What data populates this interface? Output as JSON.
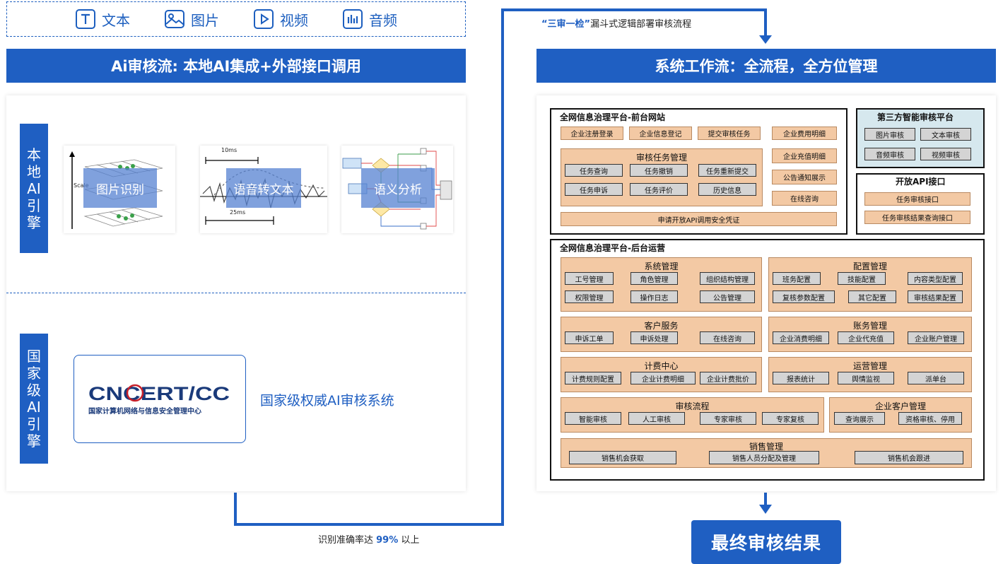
{
  "media_bar": {
    "items": [
      {
        "label": "文本",
        "icon": "text-icon"
      },
      {
        "label": "图片",
        "icon": "image-icon"
      },
      {
        "label": "视频",
        "icon": "video-icon"
      },
      {
        "label": "音频",
        "icon": "audio-icon"
      }
    ]
  },
  "left_title": "Ai审核流: 本地AI集成+外部接口调用",
  "right_title": "系统工作流：全流程，全方位管理",
  "flow_note_top": {
    "quote": "“三审一检”",
    "rest": "漏斗式逻辑部署审核流程"
  },
  "flow_note_bottom": {
    "prefix": "识别准确率达 ",
    "value": "99%",
    "suffix": " 以上"
  },
  "local_engine": {
    "label_chars": [
      "本",
      "地",
      "AI",
      "引",
      "擎"
    ],
    "thumbs": [
      {
        "label": "图片识别",
        "scale_text": "Scale"
      },
      {
        "label": "语音转文本",
        "top_text": "10ms",
        "bottom_text": "25ms"
      },
      {
        "label": "语义分析"
      }
    ]
  },
  "national_engine": {
    "label_chars": [
      "国",
      "家",
      "级",
      "AI",
      "引",
      "擎"
    ],
    "logo_text": "CNCERT/CC",
    "logo_sub": "国家计算机网络与信息安全管理中心",
    "desc": "国家级权威AI审核系统"
  },
  "final_result": "最终审核结果",
  "frontend": {
    "title": "全网信息治理平台-前台网站",
    "top_buttons": [
      "企业注册登录",
      "企业信息登记",
      "提交审核任务",
      "企业费用明细"
    ],
    "task_group_title": "审核任务管理",
    "task_buttons": [
      "任务查询",
      "任务撤销",
      "任务重新提交",
      "任务申诉",
      "任务评价",
      "历史信息"
    ],
    "side_buttons": [
      "企业充值明细",
      "公告通知展示",
      "在线咨询"
    ],
    "bottom_button": "申请开放API调用安全凭证"
  },
  "third_party": {
    "title": "第三方智能审核平台",
    "buttons": [
      "图片审核",
      "文本审核",
      "音频审核",
      "视频审核"
    ]
  },
  "open_api": {
    "title": "开放API接口",
    "buttons": [
      "任务审核接口",
      "任务审核结果查询接口"
    ]
  },
  "backend": {
    "title": "全网信息治理平台-后台运营",
    "groups": {
      "system": {
        "title": "系统管理",
        "buttons": [
          "工号管理",
          "角色管理",
          "组织结构管理",
          "权限管理",
          "操作日志",
          "公告管理"
        ]
      },
      "config": {
        "title": "配置管理",
        "buttons": [
          "班务配置",
          "技能配置",
          "内容类型配置",
          "复核参数配置",
          "其它配置",
          "审核结果配置"
        ]
      },
      "customer": {
        "title": "客户服务",
        "buttons": [
          "申诉工单",
          "申诉处理",
          "在线咨询"
        ]
      },
      "account": {
        "title": "账务管理",
        "buttons": [
          "企业消费明细",
          "企业代充值",
          "企业账户管理"
        ]
      },
      "billing": {
        "title": "计费中心",
        "buttons": [
          "计费规则配置",
          "企业计费明细",
          "企业计费批价"
        ]
      },
      "operation": {
        "title": "运营管理",
        "buttons": [
          "报表统计",
          "舆情监视",
          "派单台"
        ]
      },
      "review": {
        "title": "审核流程",
        "buttons": [
          "智能审核",
          "人工审核",
          "专家审核",
          "专家复核"
        ]
      },
      "enterprise": {
        "title": "企业客户管理",
        "buttons": [
          "查询展示",
          "资格审核、停用"
        ]
      },
      "sales": {
        "title": "销售管理",
        "buttons": [
          "销售机会获取",
          "销售人员分配及管理",
          "销售机会跟进"
        ]
      }
    }
  },
  "colors": {
    "brand_blue": "#1f5fc2",
    "module_orange": "#f3c9a4",
    "button_gray": "#d4d4d4"
  }
}
